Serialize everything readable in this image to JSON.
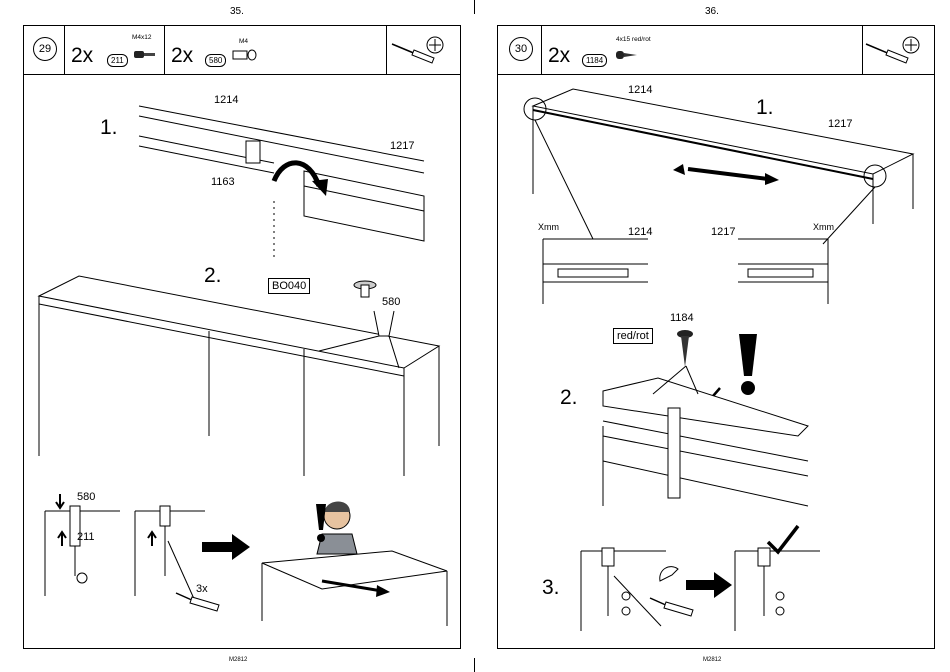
{
  "left_page": {
    "page_number": "35.",
    "step_number": "29",
    "parts": [
      {
        "qty": "2x",
        "id": "211",
        "spec": "M4x12"
      },
      {
        "qty": "2x",
        "id": "580",
        "spec": "M4"
      }
    ],
    "substeps": {
      "s1": {
        "number": "1.",
        "labels": [
          "1214",
          "1217",
          "1163"
        ]
      },
      "s2": {
        "number": "2.",
        "box_label": "BO040",
        "part_label": "580"
      },
      "s3": {
        "labels": [
          "580",
          "211",
          "3x"
        ]
      }
    },
    "footer": "M2812"
  },
  "right_page": {
    "page_number": "36.",
    "step_number": "30",
    "parts": [
      {
        "qty": "2x",
        "id": "1184",
        "spec": "4x15 red/rot"
      }
    ],
    "substeps": {
      "s1": {
        "number": "1.",
        "labels": [
          "1214",
          "1217"
        ],
        "detail_left": {
          "gap": "Xmm",
          "label": "1214"
        },
        "detail_right": {
          "gap": "Xmm",
          "label": "1217"
        }
      },
      "s2": {
        "number": "2.",
        "box_label": "red/rot",
        "part_label": "1184"
      },
      "s3": {
        "number": "3."
      }
    },
    "footer": "M2812"
  },
  "icons": [
    "screwdriver-icon",
    "phillips-head-icon",
    "checkmark-icon",
    "exclamation-icon",
    "arrow-right-icon",
    "worker-avatar-icon"
  ]
}
